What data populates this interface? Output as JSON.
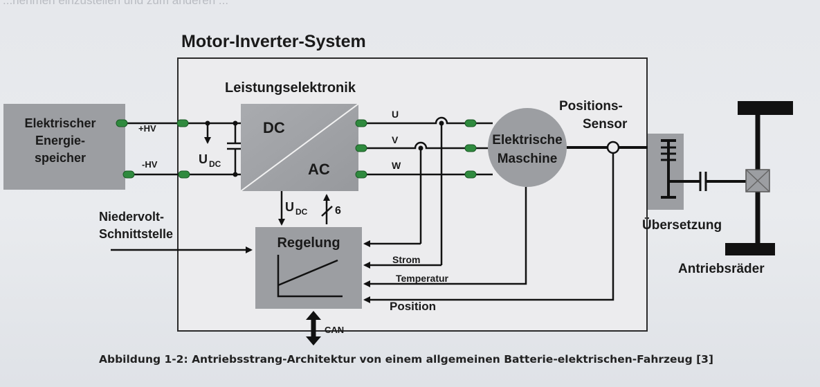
{
  "top_text": "...nehmen einzustellen und zum anderen ...",
  "title": "Motor-Inverter-System",
  "blocks": {
    "leistungselektronik": "Leistungselektronik",
    "dc": "DC",
    "ac": "AC",
    "speicher_line1": "Elektrischer",
    "speicher_line2": "Energie-",
    "speicher_line3": "speicher",
    "maschine_line1": "Elektrische",
    "maschine_line2": "Maschine",
    "regelung": "Regelung",
    "sensor_line1": "Positions-",
    "sensor_line2": "Sensor",
    "uebersetzung": "Übersetzung",
    "antriebsraeder": "Antriebsräder",
    "niedervolt_line1": "Niedervolt-",
    "niedervolt_line2": "Schnittstelle"
  },
  "signals": {
    "plus_hv": "+HV",
    "minus_hv": "-HV",
    "u_dc": "U",
    "u_dc_sub": "DC",
    "phase_u": "U",
    "phase_v": "V",
    "phase_w": "W",
    "six": "6",
    "strom": "Strom",
    "temperatur": "Temperatur",
    "position": "Position",
    "can": "CAN"
  },
  "caption": "Abbildung 1-2: Antriebsstrang-Architektur von einem allgemeinen Batterie-elektrischen-Fahrzeug [3]"
}
